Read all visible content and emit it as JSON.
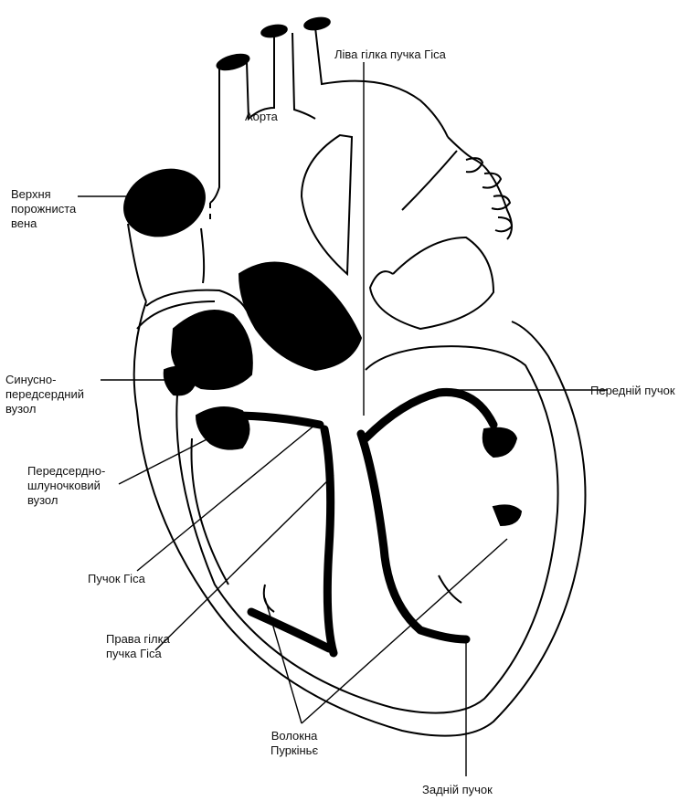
{
  "labels": {
    "aorta": "Аорта",
    "left_branch": "Ліва гілка пучка Гіса",
    "superior_vena_cava": "Верхня\nпорожниста\nвена",
    "sinoatrial_node": "Синусно-\nпередсердний\nвузол",
    "atrioventricular_node": "Передсердно-\nшлуночковий\nвузол",
    "bundle_of_his": "Пучок Гіса",
    "right_branch": "Права гілка\nпучка Гіса",
    "purkinje_fibers": "Волокна\nПуркіньє",
    "anterior_bundle": "Передній пучок",
    "posterior_bundle": "Задній пучок"
  }
}
